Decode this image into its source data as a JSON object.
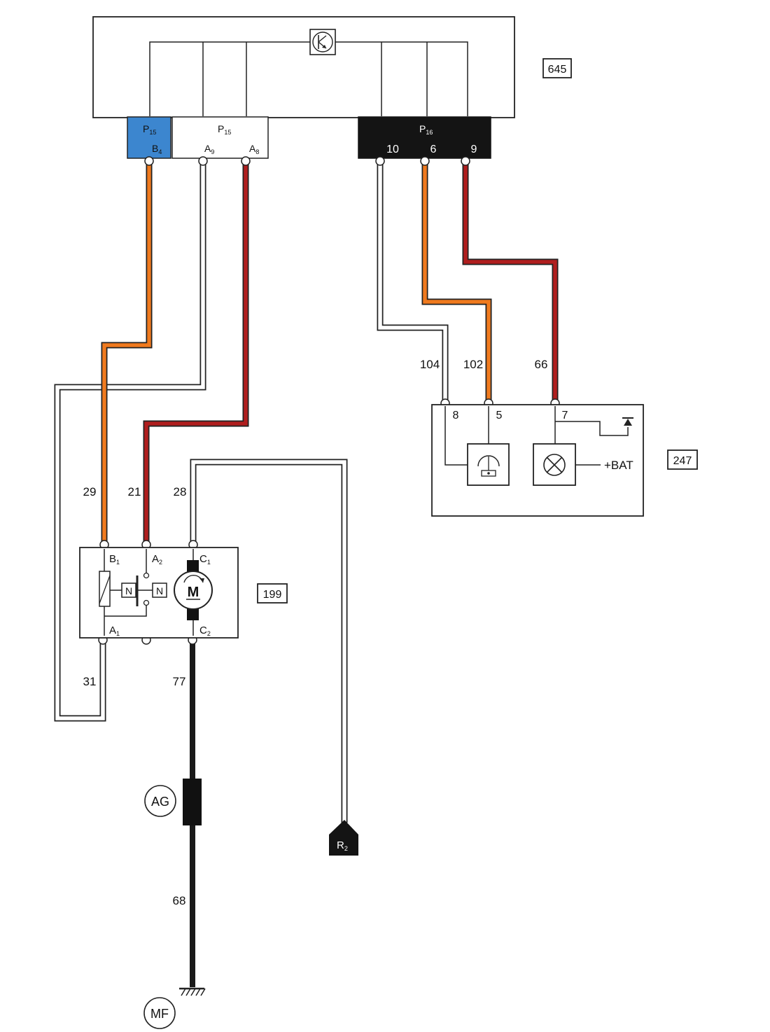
{
  "colors": {
    "orange": "#f07a1e",
    "dark_red": "#b01e1e",
    "white_wire": "#ffffff",
    "black_wire": "#1a1a1a",
    "connector_blue": "#3c86cf",
    "connector_black": "#141414",
    "outline": "#222222"
  },
  "components": {
    "ecu": {
      "ref": "645"
    },
    "relay_motor": {
      "ref": "199"
    },
    "warning_unit": {
      "ref": "247",
      "bat_label": "+BAT"
    }
  },
  "connectors": {
    "p15_blue": {
      "name_base": "P",
      "name_sub": "15",
      "pin_base": "B",
      "pin_sub": "4"
    },
    "p15_white": {
      "name_base": "P",
      "name_sub": "15",
      "pins": [
        {
          "base": "A",
          "sub": "9"
        },
        {
          "base": "A",
          "sub": "8"
        }
      ]
    },
    "p16": {
      "name_base": "P",
      "name_sub": "16",
      "pins": [
        "10",
        "6",
        "9"
      ]
    }
  },
  "relay_pins": {
    "b1": {
      "base": "B",
      "sub": "1"
    },
    "a2": {
      "base": "A",
      "sub": "2"
    },
    "c1": {
      "base": "C",
      "sub": "1"
    },
    "a1": {
      "base": "A",
      "sub": "1"
    },
    "c2": {
      "base": "C",
      "sub": "2"
    },
    "coil_n1": "N",
    "coil_n2": "N",
    "motor": "M"
  },
  "unit_247_pins": [
    "8",
    "5",
    "7"
  ],
  "wire_numbers": {
    "w29": "29",
    "w21": "21",
    "w28": "28",
    "w31": "31",
    "w77": "77",
    "w68": "68",
    "w104": "104",
    "w102": "102",
    "w66": "66"
  },
  "markers": {
    "ag": "AG",
    "mf": "MF",
    "r2": {
      "base": "R",
      "sub": "2"
    }
  }
}
